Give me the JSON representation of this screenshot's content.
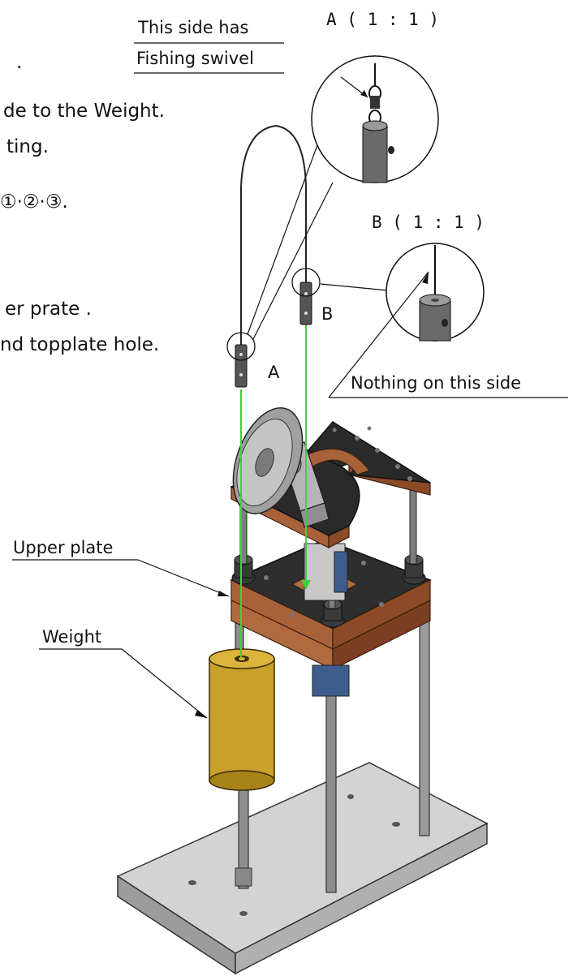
{
  "instructions": {
    "line1": ".",
    "line2": "de to the Weight.",
    "line3": "ting.",
    "line4": "①·②·③.",
    "line5": "er prate .",
    "line6": "nd topplate hole."
  },
  "labels": {
    "this_side_has": "This side has",
    "fishing_swivel": "Fishing swivel",
    "detail_a_title": "A ( 1 : 1 )",
    "detail_b_title": "B ( 1 : 1 )",
    "marker_a": "A",
    "marker_b": "B",
    "nothing_on_this_side": "Nothing on this side",
    "upper_plate": "Upper plate",
    "weight": "Weight"
  },
  "colors": {
    "wood": "#a8623a",
    "wood_dark": "#6f3a1d",
    "black_part": "#2a2a2a",
    "steel": "#9a9a9a",
    "base_plate": "#cfcfcf",
    "weight_gold": "#c9a02a",
    "thread_green": "#3dd13d",
    "bracket": "#b5b5b5"
  }
}
